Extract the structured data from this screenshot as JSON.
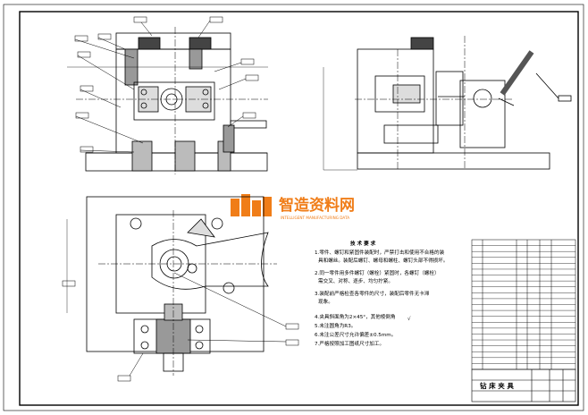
{
  "watermark": {
    "title": "智造资料网",
    "subtitle": "INTELLIGENT MANUFACTURING DATA"
  },
  "notes": {
    "heading": "技 术 要 求",
    "lines": [
      "1.零件、螺钉和紧固件装配时，严禁打击和使用不合格的装",
      "具和螺丝。装配后螺钉、螺母和螺柱、螺钉头部不得损坏。",
      "2.同一零件用多件螺钉（螺栓）紧固时，各螺钉（螺栓）",
      "需交叉、对称、逐步、均匀拧紧。",
      "3.装配前严格检查各零件的尺寸，装配后零件无卡滞",
      "现象。",
      "4.夹具斜面角为2×45°，其他棱倒角",
      "5.未注圆角为R3。",
      "6.未注公差尺寸允许偏差±0.5mm。",
      "7.严格按照加工图纸尺寸加工。"
    ],
    "roughness_symbol": "√"
  },
  "title_block": {
    "name": "钻 床 夹 具"
  }
}
